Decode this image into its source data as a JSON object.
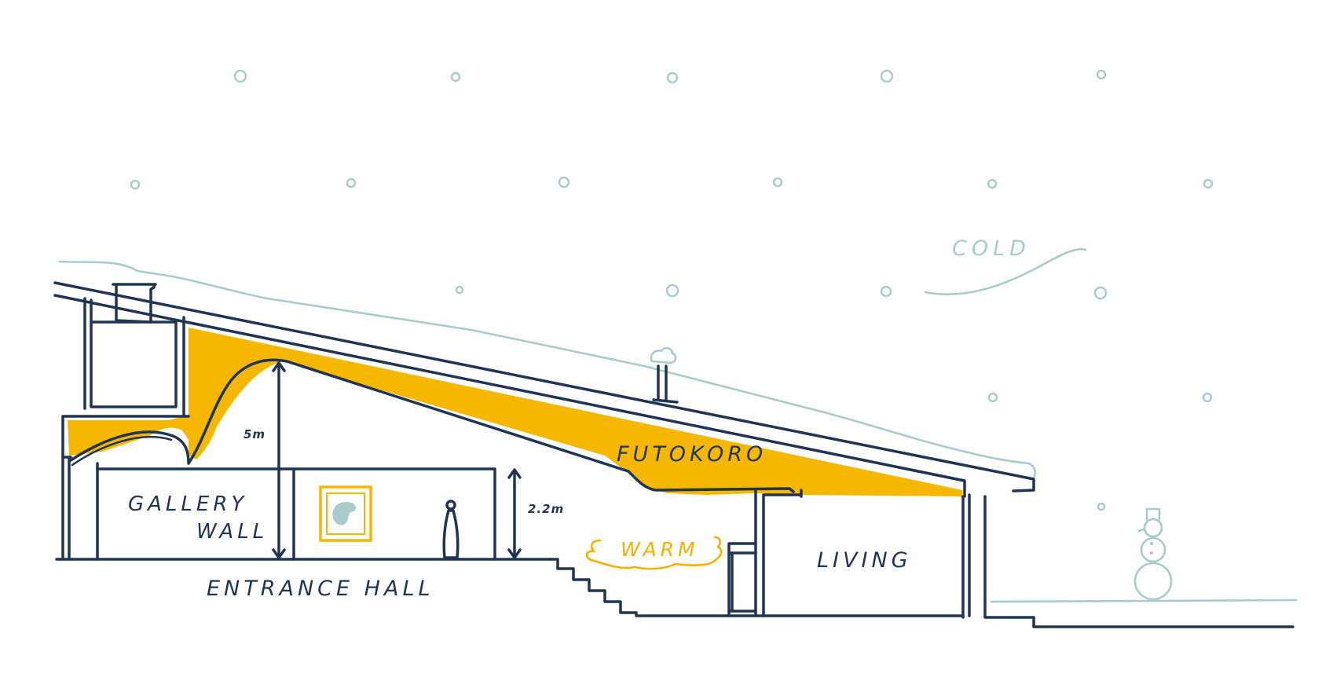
{
  "labels": {
    "cold": "COLD",
    "futokoro": "FUTOKORO",
    "gallery_wall_line1": "GALLERY",
    "gallery_wall_line2": "WALL",
    "entrance_hall": "ENTRANCE HALL",
    "warm": "WARM",
    "living": "LIVING",
    "height_5m": "5m",
    "height_2_2m": "2.2m"
  },
  "colors": {
    "ink": "#1f3553",
    "warm_fill": "#f5b700",
    "snow": "#a9ccca",
    "background": "#ffffff"
  },
  "icons": [
    "snowflake-dot",
    "snowman",
    "chimney",
    "framed-painting",
    "person-figure",
    "dimension-arrow"
  ]
}
